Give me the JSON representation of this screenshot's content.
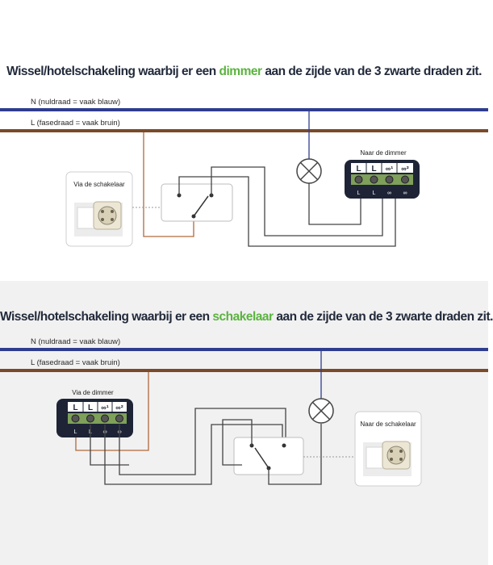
{
  "colors": {
    "neutral_wire": "#2f3d8f",
    "phase_wire": "#7a4a2a",
    "phase_link": "#b06a3c",
    "wire": "#444444",
    "highlight": "#5bb33f",
    "title": "#222a3b",
    "dimmer_body": "#1e2436"
  },
  "top": {
    "title_pre": "Wissel/hotelschakeling waarbij er een ",
    "title_hl": "dimmer",
    "title_post": " aan de zijde van de 3 zwarte draden zit.",
    "neutral_label": "N (nuldraad = vaak blauw)",
    "phase_label": "L (fasedraad = vaak bruin)",
    "switch_card_label": "Via de schakelaar",
    "dimmer_label": "Naar de dimmer",
    "dimmer_top_terms": [
      "L",
      "L",
      "∞¹",
      "∞²"
    ],
    "dimmer_bottom_terms": [
      "L",
      "L",
      "∞",
      "∞"
    ]
  },
  "bottom": {
    "title_pre": "Wissel/hotelschakeling waarbij er een ",
    "title_hl": "schakelaar",
    "title_post": " aan de zijde van de 3 zwarte draden zit.",
    "neutral_label": "N (nuldraad = vaak blauw)",
    "phase_label": "L (fasedraad = vaak bruin)",
    "dimmer_label": "Via de dimmer",
    "switch_card_label": "Naar de schakelaar",
    "dimmer_top_terms": [
      "L",
      "L",
      "∞¹",
      "∞²"
    ],
    "dimmer_bottom_terms": [
      "L",
      "L",
      "∞",
      "∞"
    ]
  }
}
